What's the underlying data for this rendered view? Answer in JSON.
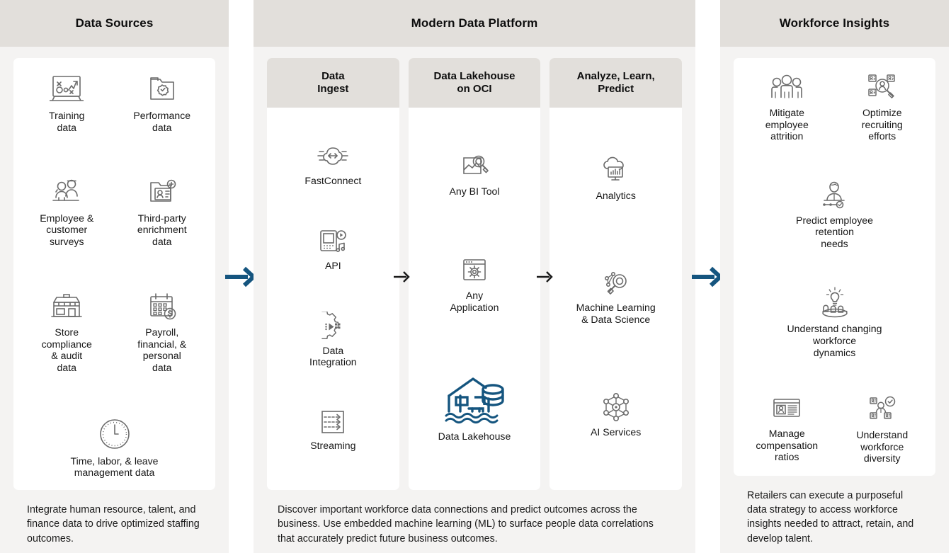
{
  "colors": {
    "panel_bg": "#f4f3f2",
    "header_bg": "#e2dfdb",
    "card_bg": "#ffffff",
    "icon_stroke": "#6b6b6b",
    "accent_blue": "#15557f",
    "text": "#1a1a1a"
  },
  "panels": {
    "left": {
      "title": "Data Sources",
      "items": [
        {
          "icon": "training-data-icon",
          "label": "Training\ndata"
        },
        {
          "icon": "performance-data-icon",
          "label": "Performance\ndata"
        },
        {
          "icon": "surveys-icon",
          "label": "Employee &\ncustomer\nsurveys"
        },
        {
          "icon": "third-party-data-icon",
          "label": "Third-party\nenrichment\ndata"
        },
        {
          "icon": "store-icon",
          "label": "Store\ncompliance\n& audit\ndata"
        },
        {
          "icon": "payroll-calendar-icon",
          "label": "Payroll,\nfinancial, &\npersonal\ndata"
        },
        {
          "icon": "clock-icon",
          "label": "Time, labor, & leave\nmanagement data"
        }
      ],
      "caption": "Integrate human resource, talent, and finance data to drive optimized staffing outcomes."
    },
    "middle": {
      "title": "Modern Data Platform",
      "columns": [
        {
          "title": "Data\nIngest",
          "items": [
            {
              "icon": "fastconnect-icon",
              "label": "FastConnect"
            },
            {
              "icon": "api-icon",
              "label": "API"
            },
            {
              "icon": "data-integration-icon",
              "label": "Data\nIntegration"
            },
            {
              "icon": "streaming-icon",
              "label": "Streaming"
            }
          ]
        },
        {
          "title": "Data Lakehouse\non OCI",
          "items": [
            {
              "icon": "bi-tool-icon",
              "label": "Any BI Tool"
            },
            {
              "icon": "any-application-icon",
              "label": "Any\nApplication"
            },
            {
              "icon": "data-lakehouse-icon",
              "label": "Data Lakehouse",
              "accent": true
            }
          ]
        },
        {
          "title": "Analyze, Learn,\nPredict",
          "items": [
            {
              "icon": "analytics-icon",
              "label": "Analytics"
            },
            {
              "icon": "machine-learning-icon",
              "label": "Machine Learning\n& Data Science"
            },
            {
              "icon": "ai-services-icon",
              "label": "AI Services"
            }
          ]
        }
      ],
      "caption": "Discover important workforce data connections and predict outcomes across the business. Use embedded machine learning (ML) to surface people data correlations that accurately predict future business outcomes."
    },
    "right": {
      "title": "Workforce Insights",
      "items": [
        {
          "icon": "people-group-icon",
          "label": "Mitigate\nemployee\nattrition"
        },
        {
          "icon": "recruiting-search-icon",
          "label": "Optimize\nrecruiting\nefforts"
        },
        {
          "icon": "retention-icon",
          "label": "Predict employee\nretention\nneeds"
        },
        {
          "icon": "idea-team-icon",
          "label": "Understand changing\nworkforce\ndynamics"
        },
        {
          "icon": "compensation-icon",
          "label": "Manage\ncompensation\nratios"
        },
        {
          "icon": "diversity-icon",
          "label": "Understand\nworkforce\ndiversity"
        }
      ],
      "caption": "Retailers can execute a purposeful data strategy to access workforce insights needed to attract, retain, and develop talent."
    }
  },
  "arrows": {
    "left_to_middle": "arrow-right-icon",
    "middle_to_right": "arrow-right-icon",
    "ingest_to_lakehouse": "arrow-right-small-icon",
    "lakehouse_to_analyze": "arrow-right-small-icon"
  }
}
